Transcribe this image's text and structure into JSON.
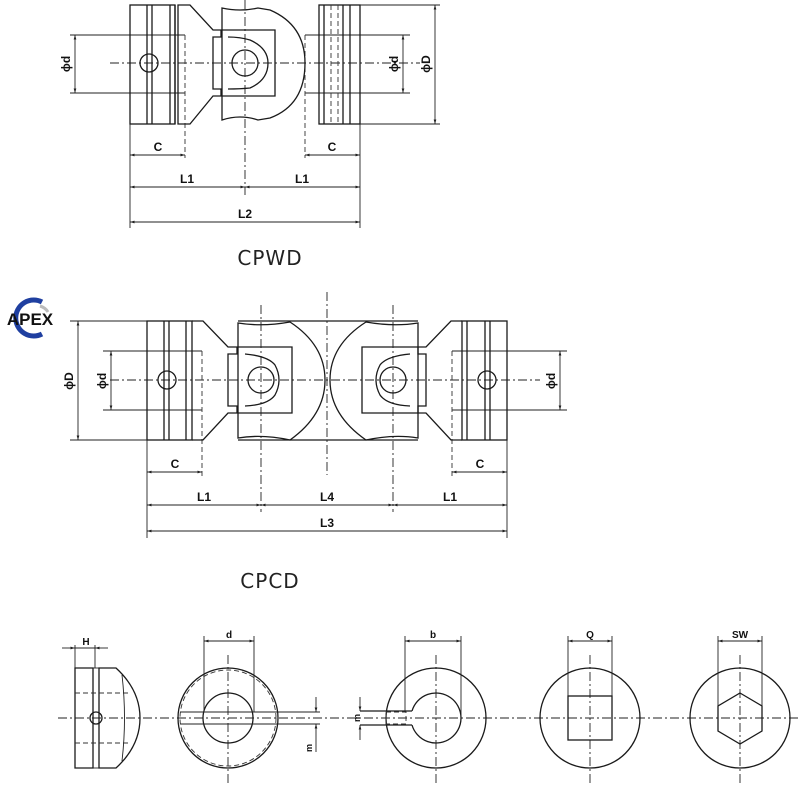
{
  "logo": {
    "text": "APEX",
    "colors": {
      "ring": "#1f3fa0",
      "text": "#111111"
    }
  },
  "drawings": {
    "cpwd": {
      "title": "CPWD",
      "labels": {
        "phi_d_left": "ϕd",
        "phi_d_right": "ϕd",
        "phi_D": "ϕD",
        "c_left": "C",
        "c_right": "C",
        "l1_left": "L1",
        "l1_right": "L1",
        "l2": "L2"
      }
    },
    "cpcd": {
      "title": "CPCD",
      "labels": {
        "phi_D": "ϕD",
        "phi_d_left": "ϕd",
        "phi_d_right": "ϕd",
        "c_left": "C",
        "c_right": "C",
        "l1_left": "L1",
        "l4": "L4",
        "l1_right": "L1",
        "l3": "L3"
      }
    },
    "bore_types": {
      "side": {
        "label": "H"
      },
      "round_with_setscrew": {
        "label_d": "d",
        "label_m": "m"
      },
      "keyway": {
        "label_b": "b",
        "label_m": "m"
      },
      "square": {
        "label": "Q"
      },
      "hex": {
        "label": "SW"
      }
    }
  }
}
